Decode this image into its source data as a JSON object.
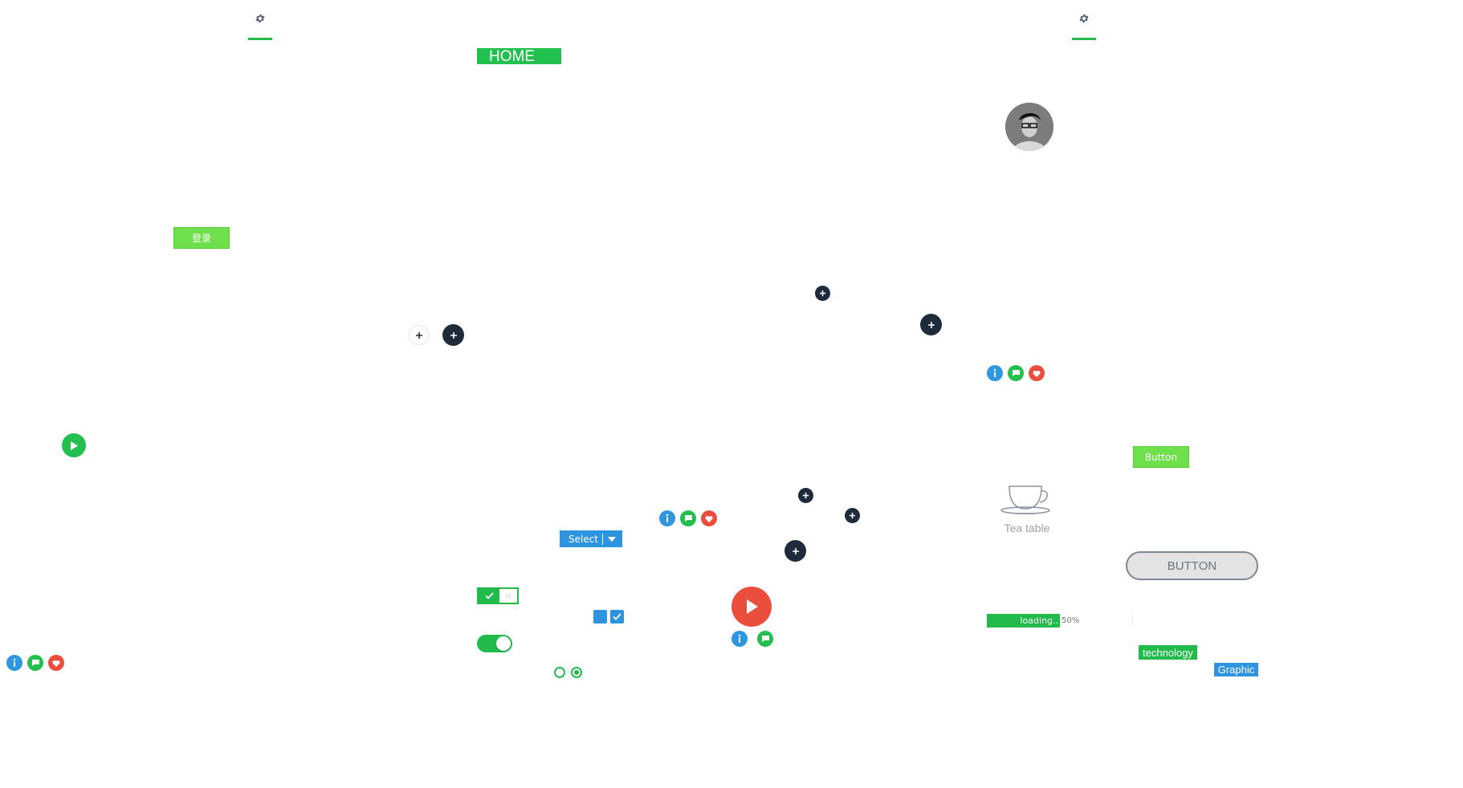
{
  "tabs": [
    {
      "icon": "gear-icon"
    },
    {
      "icon": "gear-icon"
    }
  ],
  "home": {
    "label": "HOME"
  },
  "login": {
    "label": "登录"
  },
  "buttons": {
    "button_label": "Button",
    "outline_label": "BUTTON"
  },
  "select": {
    "label": "Select"
  },
  "tea": {
    "label": "Tea table"
  },
  "progress": {
    "label": "loading..",
    "percent_text": "50%",
    "value": 0.5
  },
  "tags": {
    "technology": "technology",
    "graphic": "Graphic"
  },
  "colors": {
    "green": "#22bb4b",
    "light_green": "#6ee04b",
    "blue": "#2d94df",
    "red": "#ec4e3d",
    "dark": "#1e2b3a"
  }
}
